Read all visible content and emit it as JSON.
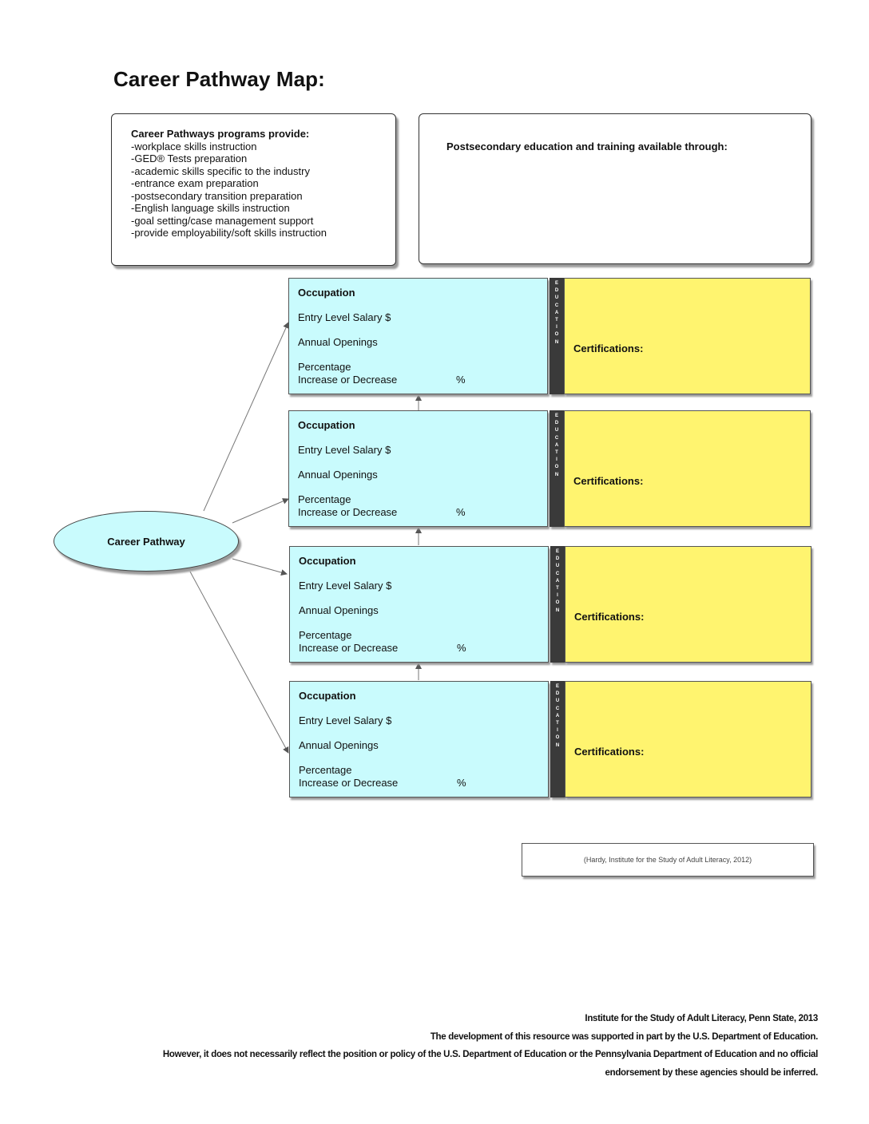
{
  "title": "Career Pathway Map:",
  "programs": {
    "heading": "Career Pathways programs provide:",
    "items": [
      "-workplace skills instruction",
      "-GED® Tests preparation",
      "-academic skills specific to the industry",
      "-entrance exam preparation",
      "-postsecondary transition preparation",
      "-English language skills instruction",
      "-goal setting/case management support",
      "-provide employability/soft skills instruction"
    ]
  },
  "postsecondary": {
    "label": "Postsecondary education and training available through:"
  },
  "pathway": {
    "label": "Career Pathway"
  },
  "occupations": [
    {
      "occupation": "Occupation",
      "salary": "Entry Level Salary $",
      "openings": "Annual Openings",
      "pct_line1": "Percentage",
      "pct_line2": "Increase or Decrease",
      "pct_sign": "%",
      "education": [
        "E",
        "D",
        "U",
        "C",
        "A",
        "T",
        "I",
        "O",
        "N"
      ],
      "certifications": "Certifications:"
    },
    {
      "occupation": "Occupation",
      "salary": "Entry Level Salary $",
      "openings": "Annual Openings",
      "pct_line1": "Percentage",
      "pct_line2": "Increase or Decrease",
      "pct_sign": "%",
      "education": [
        "E",
        "D",
        "U",
        "C",
        "A",
        "T",
        "I",
        "O",
        "N"
      ],
      "certifications": "Certifications:"
    },
    {
      "occupation": "Occupation",
      "salary": "Entry Level Salary $",
      "openings": "Annual Openings",
      "pct_line1": "Percentage",
      "pct_line2": "Increase or Decrease",
      "pct_sign": "%",
      "education": [
        "E",
        "D",
        "U",
        "C",
        "A",
        "T",
        "I",
        "O",
        "N"
      ],
      "certifications": "Certifications:"
    },
    {
      "occupation": "Occupation",
      "salary": "Entry Level Salary $",
      "openings": "Annual Openings",
      "pct_line1": "Percentage",
      "pct_line2": "Increase or Decrease",
      "pct_sign": "%",
      "education": [
        "E",
        "D",
        "U",
        "C",
        "A",
        "T",
        "I",
        "O",
        "N"
      ],
      "certifications": "Certifications:"
    }
  ],
  "citation": "(Hardy, Institute for the Study of Adult Literacy, 2012)",
  "footer": [
    "Institute for the Study of Adult Literacy, Penn State, 2013",
    "The development of this resource was supported in part by the U.S. Department of Education.",
    "However, it does not necessarily reflect the position or policy of the U.S. Department of Education or the Pennsylvania Department of Education and no official",
    "endorsement by these agencies should be inferred."
  ],
  "colors": {
    "occupation_fill": "#c9fbfd",
    "certification_fill": "#fff46f",
    "education_bar": "#3a3a3a"
  }
}
